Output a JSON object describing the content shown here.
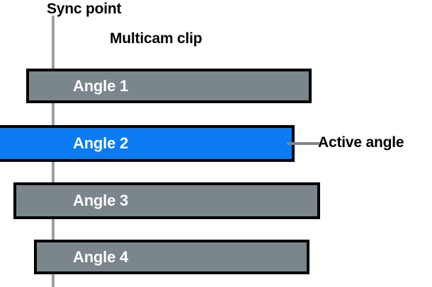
{
  "diagram": {
    "title_caption": "Multicam clip",
    "sync_caption": "Sync point",
    "active_caption": "Active angle",
    "background_color": "#ffffff",
    "sync_line_color": "#99a1a6",
    "leader_line_color": "#808589",
    "border_color": "#000000",
    "angle_fill_inactive": "#7b858c",
    "angle_fill_active": "#0a7bf2",
    "angle_label_color": "#ffffff"
  },
  "angles": [
    {
      "label": "Angle 1",
      "state": "inactive",
      "fill": "#7b858c"
    },
    {
      "label": "Angle 2",
      "state": "active",
      "fill": "#0a7bf2"
    },
    {
      "label": "Angle 3",
      "state": "inactive",
      "fill": "#7b858c"
    },
    {
      "label": "Angle 4",
      "state": "inactive",
      "fill": "#7b858c"
    }
  ]
}
